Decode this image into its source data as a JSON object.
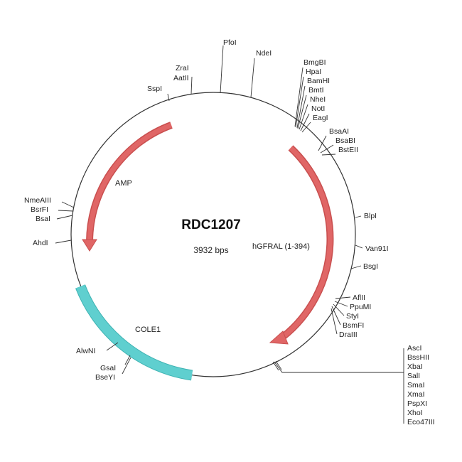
{
  "plasmid": {
    "name": "RDC1207",
    "size_label": "3932 bps"
  },
  "features": [
    {
      "id": "amp",
      "label": "AMP",
      "color": "#e06666"
    },
    {
      "id": "hgfral",
      "label": "hGFRAL (1-394)",
      "color": "#e06666"
    },
    {
      "id": "cole1",
      "label": "COLE1",
      "color": "#5fcfcf"
    }
  ],
  "sites": {
    "pfoi": "PfoI",
    "ndei": "NdeI",
    "zrai": "ZraI",
    "aatii": "AatII",
    "sspi": "SspI",
    "bmgbi": "BmgBI",
    "hpai": "HpaI",
    "bamhi": "BamHI",
    "bmti": "BmtI",
    "nhei": "NheI",
    "noti": "NotI",
    "eagi": "EagI",
    "bsaai": "BsaAI",
    "bsabi": "BsaBI",
    "bsteii": "BstEII",
    "nmeaiii": "NmeAIII",
    "bsrfi": "BsrFI",
    "bsai": "BsaI",
    "ahdi": "AhdI",
    "blpi": "BlpI",
    "van91i": "Van91I",
    "bsgi": "BsgI",
    "aflii": "AflII",
    "ppumi": "PpuMI",
    "styi": "StyI",
    "bsmfi": "BsmFI",
    "draiii": "DraIII",
    "alwni": "AlwNI",
    "gsai": "GsaI",
    "bseyi": "BseYI"
  },
  "mcs": [
    "AscI",
    "BssHII",
    "XbaI",
    "SalI",
    "SmaI",
    "XmaI",
    "PspXI",
    "XhoI",
    "Eco47III"
  ],
  "colors": {
    "backbone": "#333333",
    "arrow": "#e06666",
    "arrow_stroke": "#c94f4f",
    "ori": "#5fcfcf",
    "ori_stroke": "#3fb3b3"
  }
}
